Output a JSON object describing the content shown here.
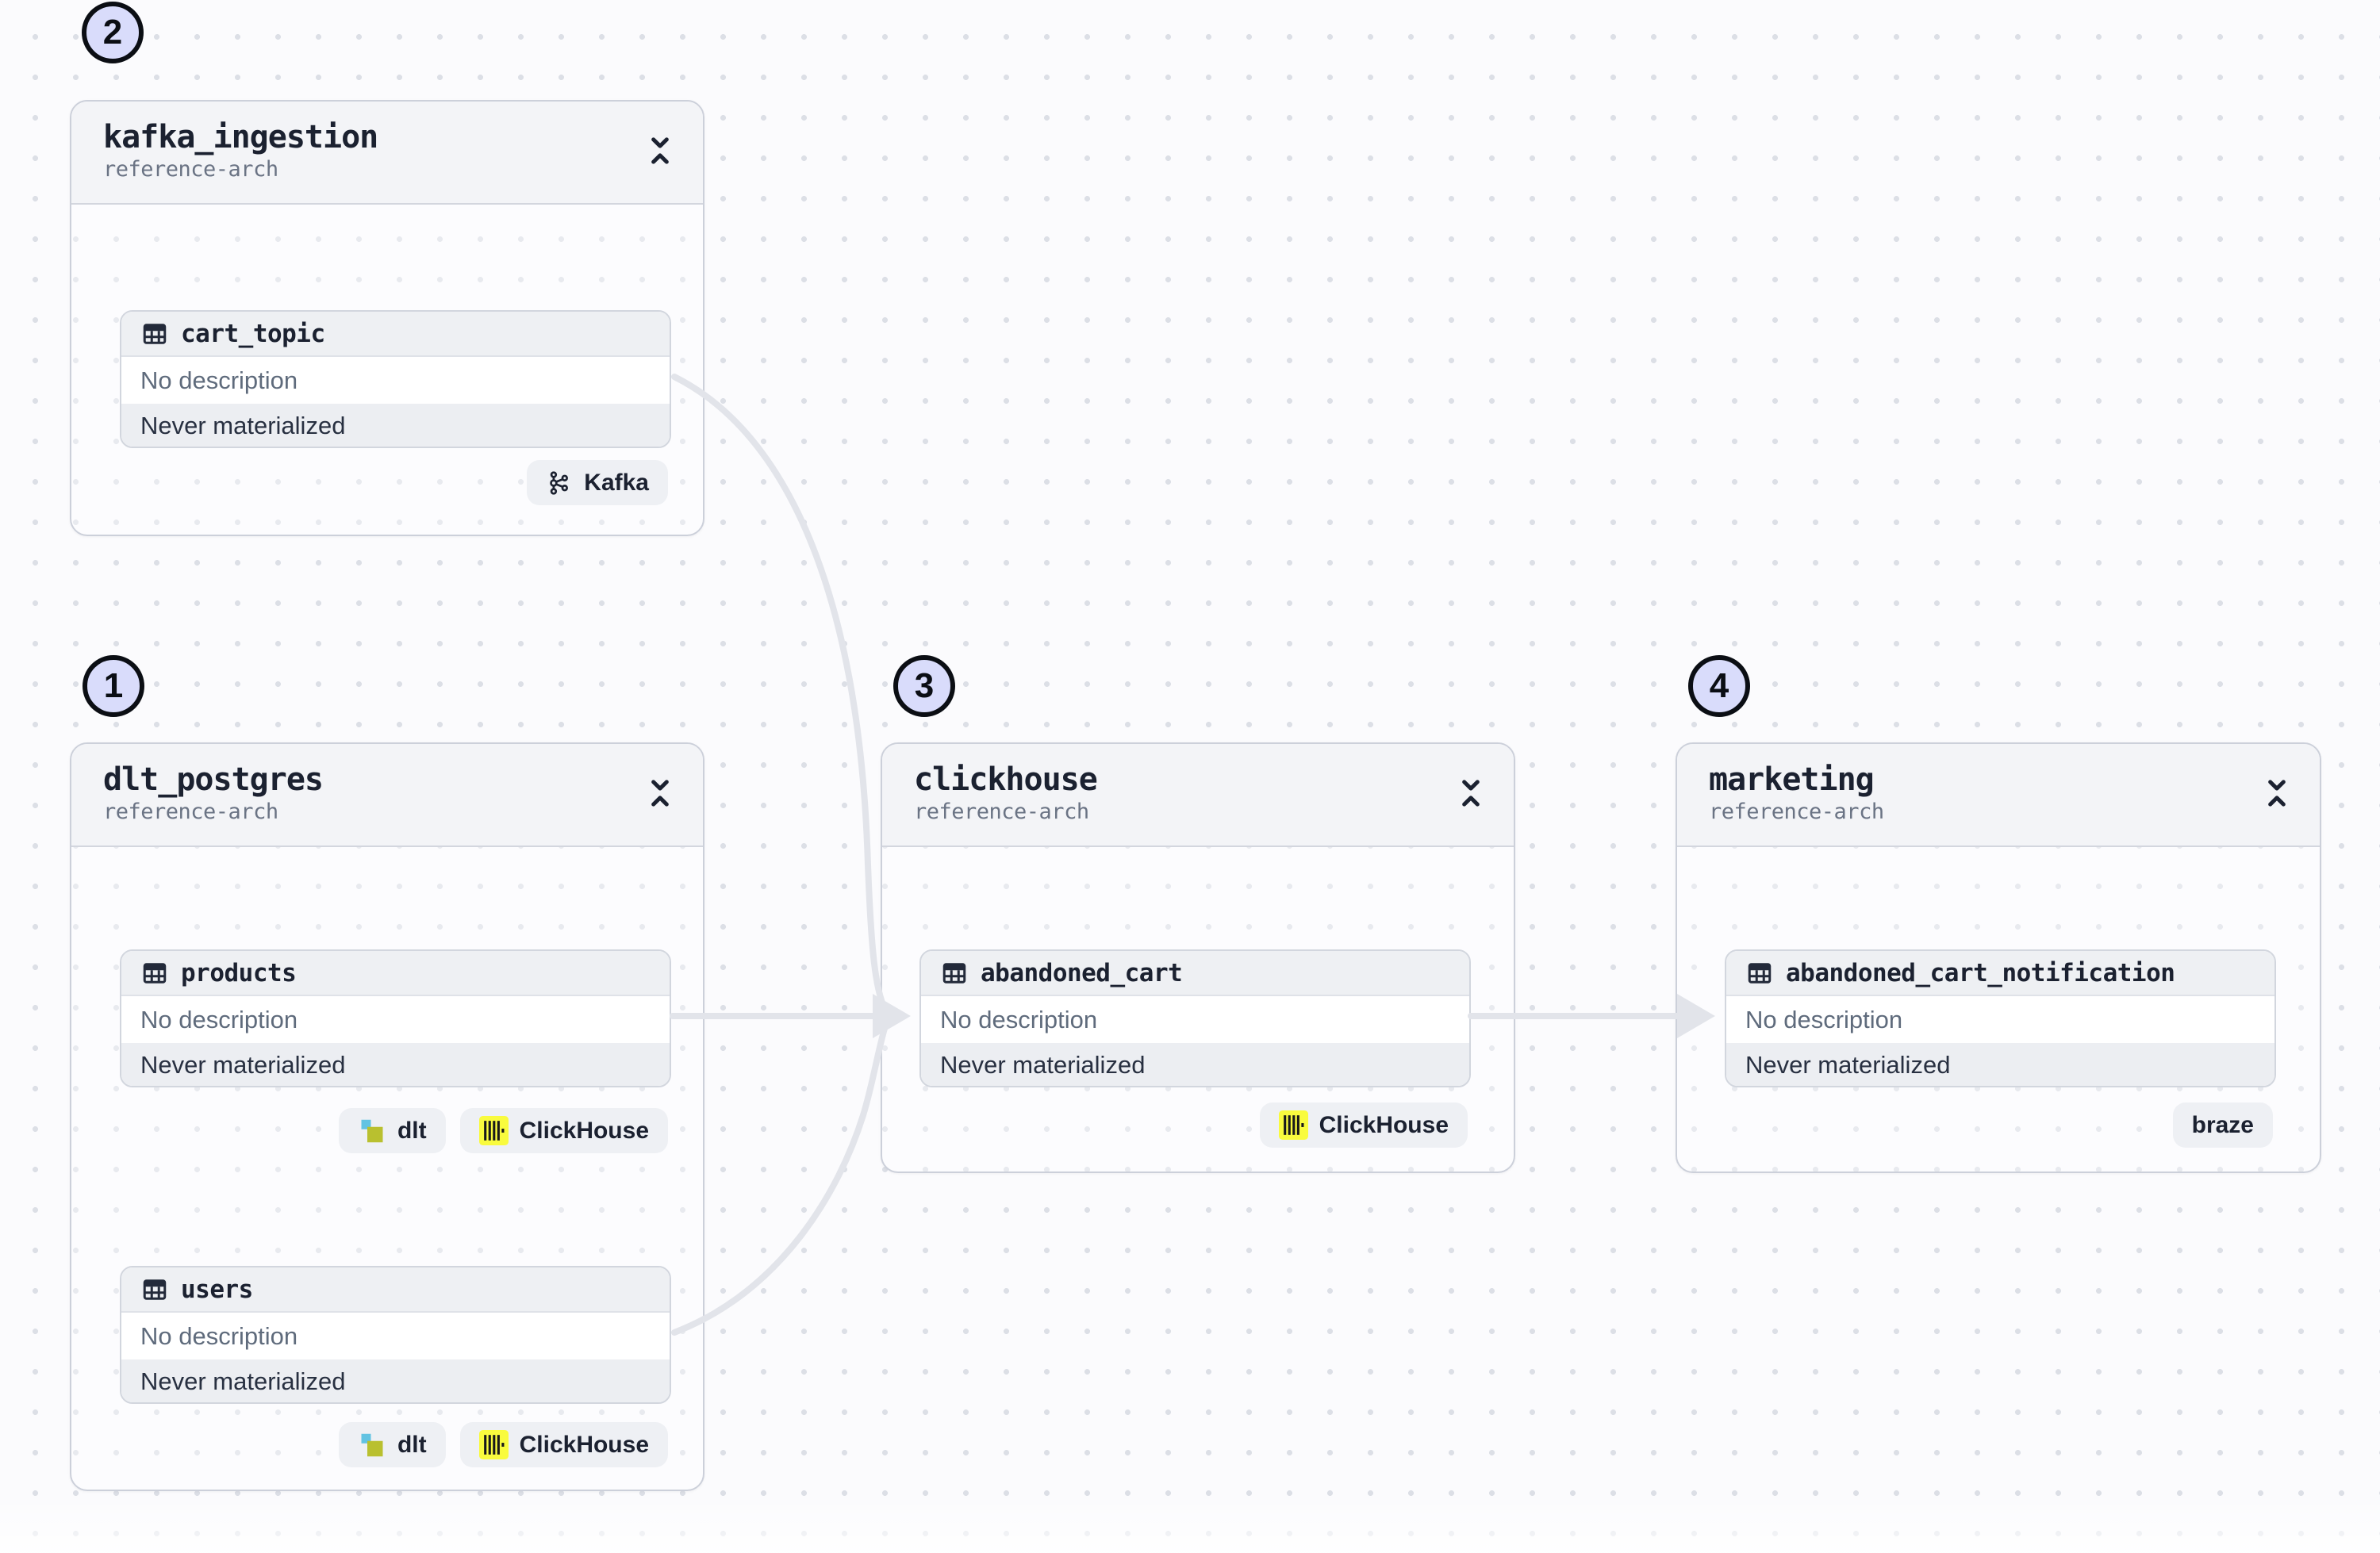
{
  "colors": {
    "canvas_bg": "#fbfbfd",
    "dot_grid": "#dcdfe6",
    "group_border": "#ccd0da",
    "group_header_bg": "#f3f4f7",
    "asset_border": "#d2d6de",
    "asset_header_bg": "#eef0f3",
    "asset_status_bg": "#eceef2",
    "text_dark": "#1b2130",
    "text_gray": "#6a7384",
    "tag_bg": "#eef0f4",
    "badge_bg": "#d9dcfb",
    "edge": "#e2e4ea",
    "dlt_blue": "#62c3e2",
    "dlt_olive": "#b9c02f",
    "clickhouse_yellow": "#f9fb3e"
  },
  "groups": [
    {
      "badge": "1",
      "title": "dlt_postgres",
      "subtitle": "reference-arch",
      "collapse_icon": "collapse-vertical-icon",
      "assets": [
        {
          "name": "products",
          "description": "No description",
          "status": "Never materialized",
          "icon": "table-icon",
          "tags": [
            {
              "label": "dlt",
              "icon": "dlt-icon"
            },
            {
              "label": "ClickHouse",
              "icon": "clickhouse-icon"
            }
          ]
        },
        {
          "name": "users",
          "description": "No description",
          "status": "Never materialized",
          "icon": "table-icon",
          "tags": [
            {
              "label": "dlt",
              "icon": "dlt-icon"
            },
            {
              "label": "ClickHouse",
              "icon": "clickhouse-icon"
            }
          ]
        }
      ]
    },
    {
      "badge": "2",
      "title": "kafka_ingestion",
      "subtitle": "reference-arch",
      "collapse_icon": "collapse-vertical-icon",
      "assets": [
        {
          "name": "cart_topic",
          "description": "No description",
          "status": "Never materialized",
          "icon": "table-icon",
          "tags": [
            {
              "label": "Kafka",
              "icon": "kafka-icon"
            }
          ]
        }
      ]
    },
    {
      "badge": "3",
      "title": "clickhouse",
      "subtitle": "reference-arch",
      "collapse_icon": "collapse-vertical-icon",
      "assets": [
        {
          "name": "abandoned_cart",
          "description": "No description",
          "status": "Never materialized",
          "icon": "table-icon",
          "tags": [
            {
              "label": "ClickHouse",
              "icon": "clickhouse-icon"
            }
          ]
        }
      ]
    },
    {
      "badge": "4",
      "title": "marketing",
      "subtitle": "reference-arch",
      "collapse_icon": "collapse-vertical-icon",
      "assets": [
        {
          "name": "abandoned_cart_notification",
          "description": "No description",
          "status": "Never materialized",
          "icon": "table-icon",
          "tags": [
            {
              "label": "braze",
              "icon": null
            }
          ]
        }
      ]
    }
  ],
  "edges": [
    {
      "from": "cart_topic",
      "to": "abandoned_cart"
    },
    {
      "from": "products",
      "to": "abandoned_cart"
    },
    {
      "from": "users",
      "to": "abandoned_cart"
    },
    {
      "from": "abandoned_cart",
      "to": "abandoned_cart_notification"
    }
  ]
}
